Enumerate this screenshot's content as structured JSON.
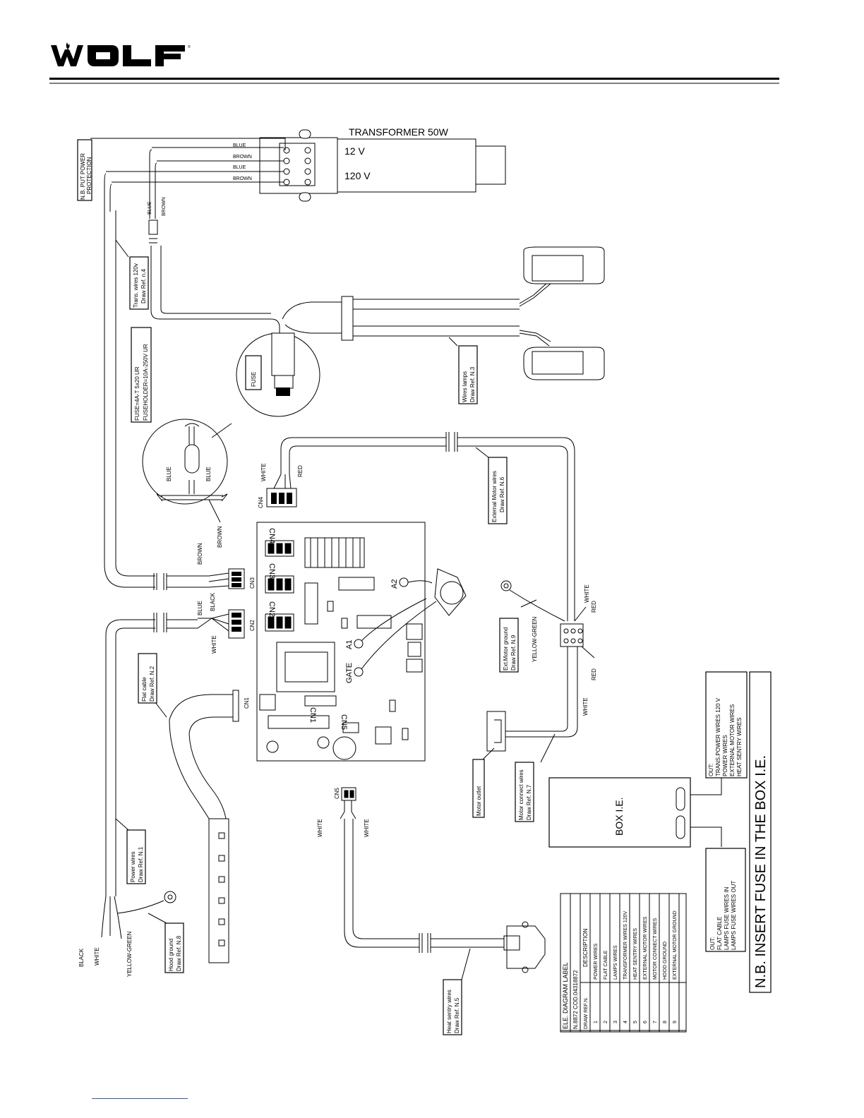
{
  "brand": {
    "logo_text": "WOLF"
  },
  "transformer": {
    "title": "TRANSFORMER 50W",
    "v12": "12 V",
    "v120": "120 V",
    "term_wires": [
      "BLUE",
      "BROWN",
      "BLUE",
      "BROWN"
    ]
  },
  "notes": {
    "power_protection": [
      "N.B. PUT POWER",
      "PROTECTION"
    ],
    "insert_fuse": "N.B. INSERT FUSE IN THE BOX I.E.",
    "box_ie": "BOX  I.E.",
    "box_out_top": [
      "OUT:",
      "TRANS.POWER WIRES 120 V",
      "POWER WIRES",
      "EXTERNAL MOTOR WIRES",
      "HEAT SENTRY WIRES"
    ],
    "box_out_bottom": [
      "OUT:",
      "FLAT CABLE",
      "LAMPS FUSE WIRES IN",
      "LAMPS FUSE WIRES OUT"
    ]
  },
  "fuse": {
    "spec": [
      "FUSE=4A-T 5x20 UR",
      "FUSEHOLDER=10A-250V UR"
    ],
    "label": "FUSE",
    "wires": [
      "BLUE",
      "BLUE",
      "BROWN"
    ]
  },
  "callouts": {
    "trans_wires": [
      "Trans. wires 120v",
      "Draw Ref. n.4"
    ],
    "wires_lamps": [
      "Wires lamps",
      "Draw Ref. N.3"
    ],
    "external_motor": [
      "External Motor wires",
      "Draw Ref. N.6"
    ],
    "flat_cable": [
      "Flat cable",
      "Draw Ref. N.2"
    ],
    "power_wires": [
      "Power wires",
      "Draw Ref. N.1"
    ],
    "hood_ground": [
      "Hood ground",
      "Draw Ref. N.8"
    ],
    "ext_motor_ground": [
      "Ext.Motor ground",
      "Draw Ref. N.9"
    ],
    "motor_outlet": "Motor outlet",
    "motor_connect": [
      "Motor connect wires",
      "Draw Ref. N.7"
    ],
    "heat_sentry": [
      "Heat sentry wires",
      "Draw Ref. N.5"
    ]
  },
  "wire_labels": {
    "top_blue": "BLUE",
    "top_brown": "BROWN",
    "cn3_brown": "BROWN",
    "cn2_blue": "BLUE",
    "cn2_black": "BLACK",
    "cn2_white": "WHITE",
    "cn4_white": "WHITE",
    "cn4_red": "RED",
    "motor_white": "WHITE",
    "motor_red": "RED",
    "motor_yg": "YELLOW-GREEN",
    "motor_red2": "RED",
    "motor_white2": "WHITE",
    "cn5_white_l": "WHITE",
    "cn5_white_r": "WHITE",
    "pw_black": "BLACK",
    "pw_white": "WHITE",
    "pw_yg": "YELLOW-GREEN"
  },
  "board": {
    "connectors": [
      "CN4",
      "CN3",
      "CN2",
      "CN1",
      "CN5"
    ],
    "terminals": [
      "A2",
      "A1",
      "GATE"
    ],
    "ext_cn4": "CN4",
    "ext_cn3": "CN3",
    "ext_cn2": "CN2",
    "ext_cn1": "CN1",
    "ext_cn5": "CN5"
  },
  "table": {
    "title": "ELE. DIAGRAM LABEL",
    "code": "N.8872 COD.04318872",
    "col_ref": "DRAW REF.N.",
    "col_desc": "DESCRIPTION",
    "rows": [
      {
        "n": "1",
        "d": "POWER WIRES"
      },
      {
        "n": "2",
        "d": "FLAT CABLE"
      },
      {
        "n": "3",
        "d": "LAMPS WIRES"
      },
      {
        "n": "4",
        "d": "TRANSFORMER WIRES 120V"
      },
      {
        "n": "5",
        "d": "HEAT SENTRY WIRES"
      },
      {
        "n": "6",
        "d": "EXTERNAL MOTOR WIRES"
      },
      {
        "n": "7",
        "d": "MOTOR CONNECT WIRES"
      },
      {
        "n": "8",
        "d": "HOOD GROUND"
      },
      {
        "n": "9",
        "d": "EXTERNAL MOTOR GROUND"
      }
    ]
  }
}
